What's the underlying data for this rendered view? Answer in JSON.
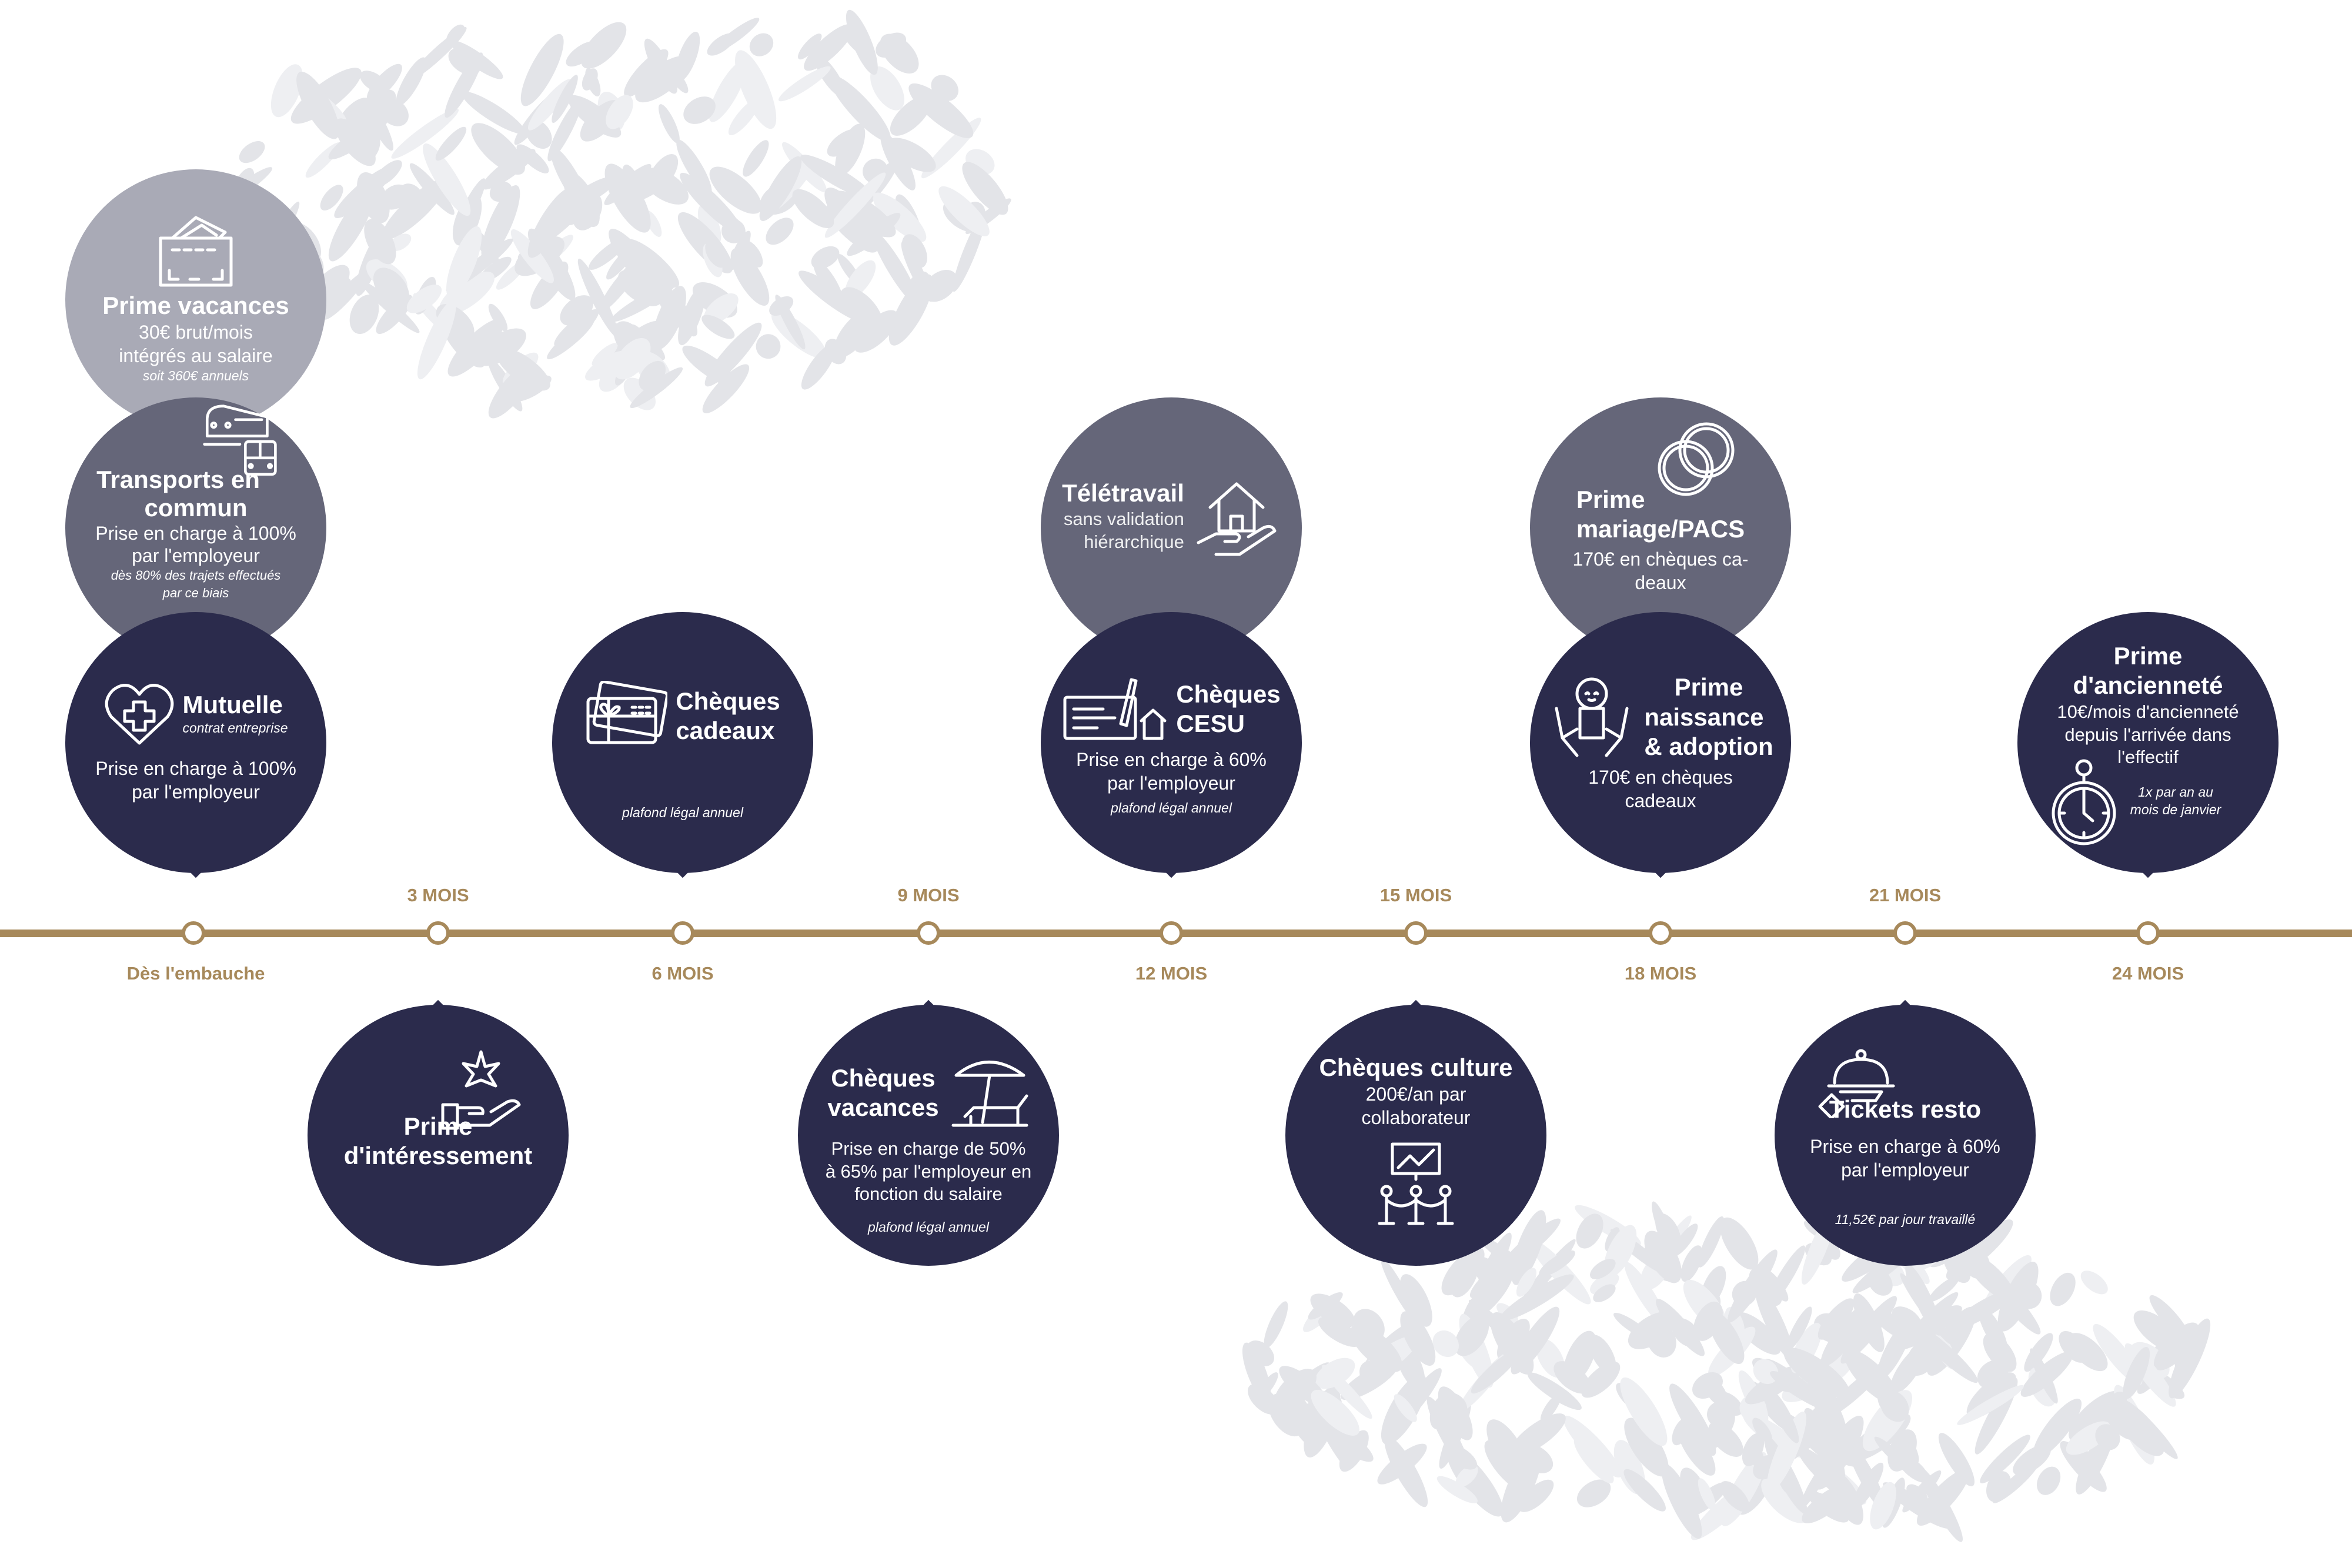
{
  "colors": {
    "navy": "#2b2b4c",
    "mid": "#656679",
    "light": "#a9aab6",
    "gold": "#a7895b",
    "pattern": "#e3e4e8"
  },
  "timeline": {
    "milestones": [
      "Dès l'embauche",
      "3 MOIS",
      "6 MOIS",
      "9 MOIS",
      "12 MOIS",
      "15 MOIS",
      "18 MOIS",
      "21 MOIS",
      "24 MOIS"
    ]
  },
  "benefits": {
    "prime_vacances": {
      "title": "Prime vacances",
      "body": [
        "30€ brut/mois",
        "intégrés au salaire"
      ],
      "note": "soit 360€ annuels",
      "icon": "wallet-icon"
    },
    "transports": {
      "title": [
        "Transports en",
        "commun"
      ],
      "body": [
        "Prise en charge à 100%",
        "par l'employeur"
      ],
      "note": [
        "dès 80% des trajets effectués",
        "par ce biais"
      ],
      "icon": "train-bus-icon"
    },
    "mutuelle": {
      "title": "Mutuelle",
      "subtitle": "contrat entreprise",
      "body": [
        "Prise en charge à 100%",
        "par l'employeur"
      ],
      "icon": "heart-cross-icon"
    },
    "interessement": {
      "title": [
        "Prime",
        "d'intéressement"
      ],
      "icon": "hand-star-icon"
    },
    "cheques_cadeaux": {
      "title": [
        "Chèques",
        "cadeaux"
      ],
      "note": "plafond légal annuel",
      "icon": "gift-card-icon"
    },
    "cheques_vacances": {
      "title": [
        "Chèques",
        "vacances"
      ],
      "body": [
        "Prise en charge de 50%",
        "à 65% par l'employeur en",
        "fonction du salaire"
      ],
      "note": "plafond légal annuel",
      "icon": "beach-chair-icon"
    },
    "teletravail": {
      "title": "Télétravail",
      "body": [
        "sans validation",
        "hiérarchique"
      ],
      "icon": "hand-house-icon"
    },
    "cesu": {
      "title": [
        "Chèques",
        "CESU"
      ],
      "body": [
        "Prise en charge à 60%",
        "par l'employeur"
      ],
      "note": "plafond légal annuel",
      "icon": "cheque-house-icon"
    },
    "culture": {
      "title": "Chèques culture",
      "body": [
        "200€/an par",
        "collaborateur"
      ],
      "icon": "museum-icon"
    },
    "mariage": {
      "title": [
        "Prime",
        "mariage/PACS"
      ],
      "body": [
        "170€ en chèques ca-",
        "deaux"
      ],
      "icon": "rings-icon"
    },
    "naissance": {
      "title": [
        "Prime",
        "naissance",
        "& adoption"
      ],
      "body": [
        "170€ en chèques",
        "cadeaux"
      ],
      "icon": "baby-hands-icon"
    },
    "tickets_resto": {
      "title": "Tickets resto",
      "body": [
        "Prise en charge à 60%",
        "par l'employeur"
      ],
      "note": "11,52€ par jour travaillé",
      "icon": "cloche-icon"
    },
    "anciennete": {
      "title": [
        "Prime",
        "d'ancienneté"
      ],
      "body": [
        "10€/mois d'ancienneté",
        "depuis l'arrivée dans",
        "l'effectif"
      ],
      "note": [
        "1x par an au",
        "mois de janvier"
      ],
      "icon": "stopwatch-icon"
    }
  }
}
